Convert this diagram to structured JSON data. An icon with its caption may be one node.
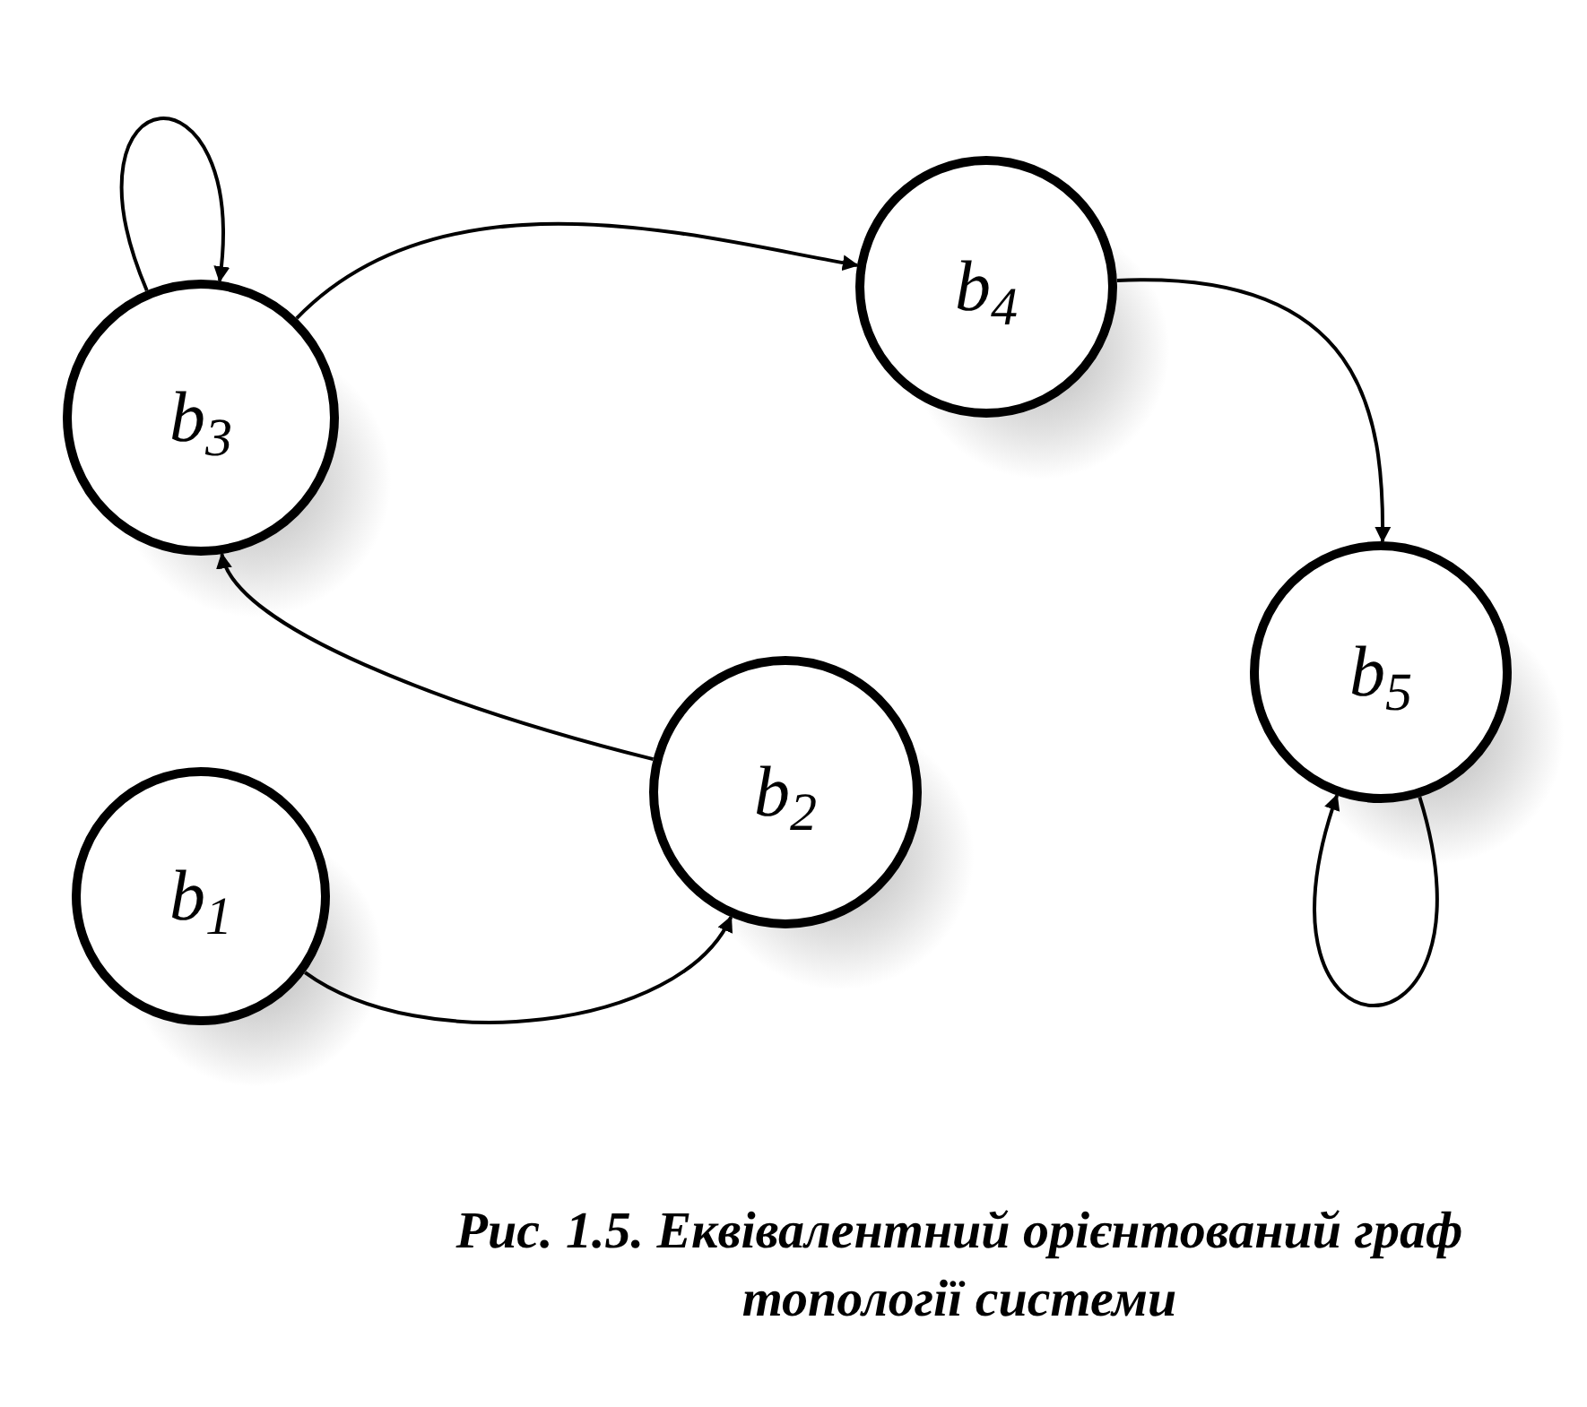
{
  "diagram": {
    "caption": "Рис. 1.5.  Еквівалентний орієнтований граф топології системи",
    "nodes": [
      {
        "text": [
          "b$_{1}$"
        ]
      },
      {
        "text": [
          "b$_{2}$"
        ]
      },
      {
        "text": [
          "b$_{3}$"
        ]
      },
      {
        "text": [
          "b$_{4}$"
        ]
      },
      {
        "text": [
          "b$_{5}$"
        ]
      }
    ],
    "edges": [
      {
        "from": 0,
        "to": 1,
        "arrow": "to"
      },
      {
        "from": 1,
        "to": 2,
        "arrow": "to"
      },
      {
        "from": 2,
        "to": 3,
        "arrow": "to"
      },
      {
        "from": 3,
        "to": 4,
        "arrow": "to"
      },
      {
        "from": 2,
        "to": 2,
        "arrow": "to"
      },
      {
        "from": 4,
        "to": 4,
        "arrow": "to"
      }
    ]
  }
}
